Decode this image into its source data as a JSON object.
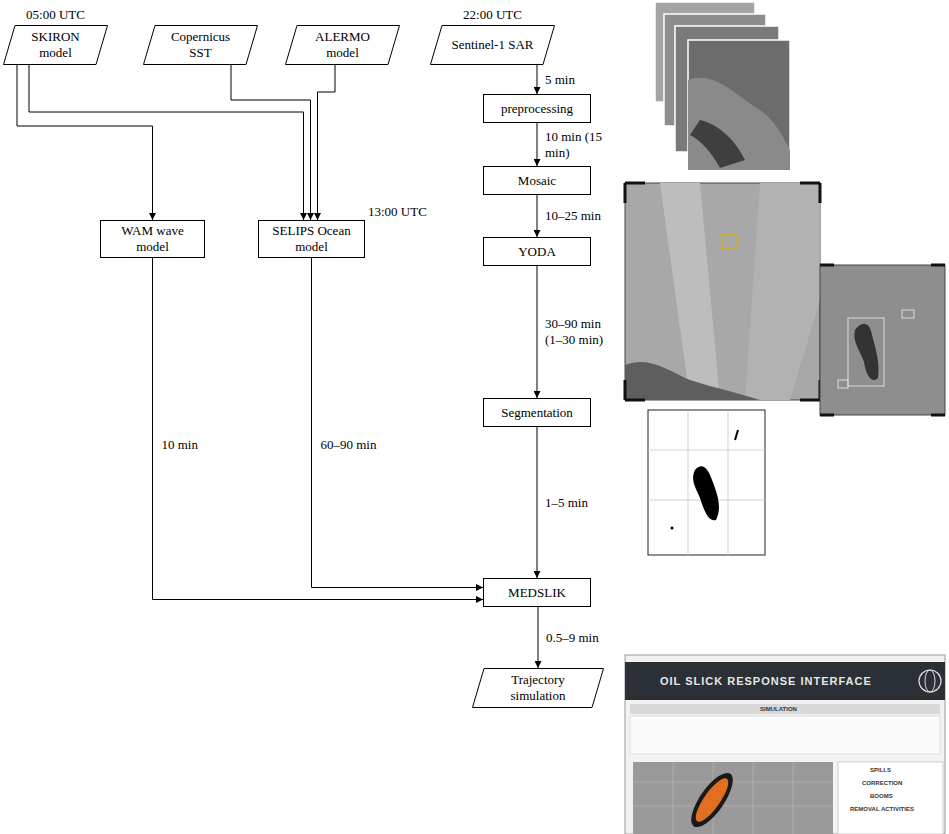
{
  "diagram": {
    "nodes": [
      {
        "text": [
          "05:00 UTC",
          "SKIRON model"
        ]
      },
      {
        "text": [
          "Copernicus SST"
        ]
      },
      {
        "text": [
          "ALERMO model"
        ]
      },
      {
        "text": [
          "22:00 UTC",
          "Sentinel-1 SAR"
        ]
      },
      {
        "text": [
          "preprocessing"
        ]
      },
      {
        "text": [
          "WAM wave model"
        ]
      },
      {
        "text": [
          "13:00 UTC",
          "SELIPS Ocean model"
        ]
      },
      {
        "text": [
          "Mosaic"
        ]
      },
      {
        "text": [
          "YODA"
        ]
      },
      {
        "text": [
          "Segmentation"
        ]
      },
      {
        "text": [
          "MEDSLIK"
        ]
      },
      {
        "text": [
          "Trajectory simulation"
        ]
      }
    ],
    "edges": [
      {
        "from": 0,
        "to": 5,
        "arrow": "to"
      },
      {
        "from": 0,
        "to": 6,
        "arrow": "to"
      },
      {
        "from": 1,
        "to": 6,
        "arrow": "to"
      },
      {
        "from": 2,
        "to": 6,
        "arrow": "to"
      },
      {
        "from": 3,
        "to": 4,
        "label": "5 min",
        "arrow": "to"
      },
      {
        "from": 4,
        "to": 7,
        "label": "10 min (15 min)",
        "arrow": "to"
      },
      {
        "from": 7,
        "to": 8,
        "label": "10–25 min",
        "arrow": "to"
      },
      {
        "from": 8,
        "to": 9,
        "label": "30–90 min (1–30 min)",
        "arrow": "to"
      },
      {
        "from": 9,
        "to": 10,
        "label": "1–5 min",
        "arrow": "to"
      },
      {
        "from": 5,
        "to": 10,
        "label": "10 min",
        "arrow": "to"
      },
      {
        "from": 6,
        "to": 10,
        "label": "60–90 min",
        "arrow": "to"
      },
      {
        "from": 10,
        "to": 11,
        "label": "0.5–9 min",
        "arrow": "to"
      }
    ],
    "labels": [
      "OIL SLICK RESPONSE INTERFACE",
      "SIMULATION",
      "SPILLS",
      "CORRECTION",
      "BOOMS",
      "REMOVAL ACTIVITIES"
    ]
  }
}
